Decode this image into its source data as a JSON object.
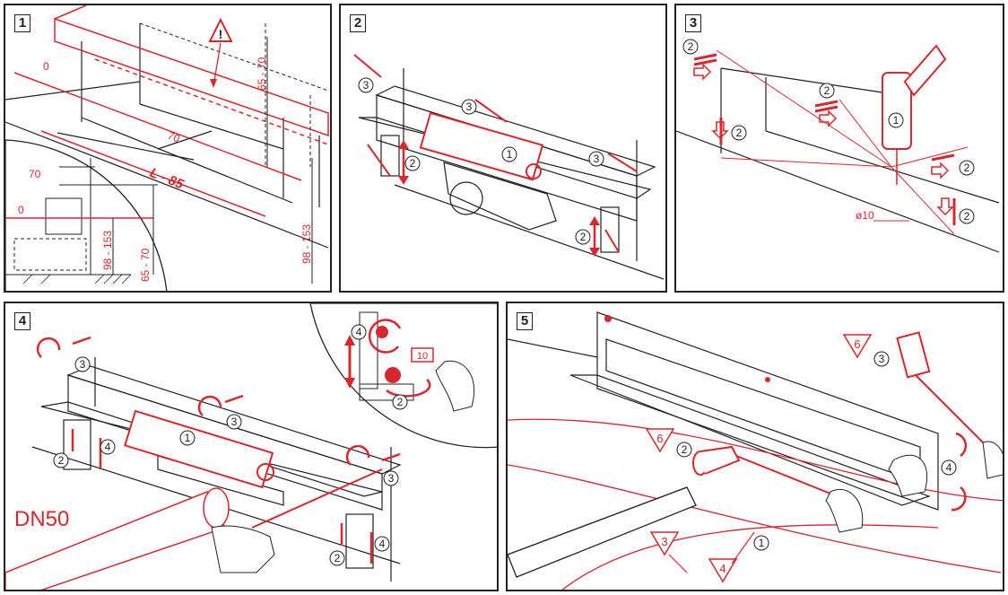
{
  "colors": {
    "accent": "#d9272e",
    "line": "#222222",
    "wall": "#f2f2f2"
  },
  "panels": [
    {
      "number": "1",
      "labels": {
        "zero_a": "0",
        "zero_b": "0",
        "height_range_a": "65 - 70",
        "height_range_b": "65 - 70",
        "offset": "70",
        "width": "70",
        "length": "L - 85",
        "depth_a": "98 - 153",
        "depth_b": "98 - 153",
        "warning_icon": "warning-triangle-icon"
      }
    },
    {
      "number": "2",
      "labels": {
        "step_1": "1",
        "step_2a": "2",
        "step_2b": "2",
        "step_3a": "3",
        "step_3b": "3",
        "step_3c": "3"
      }
    },
    {
      "number": "3",
      "labels": {
        "step_1": "1",
        "step_2a": "2",
        "step_2b": "2",
        "step_2c": "2",
        "step_2d": "2",
        "step_2e": "2",
        "diameter": "ø10"
      }
    },
    {
      "number": "4",
      "labels": {
        "step_1": "1",
        "step_2a": "2",
        "step_2b": "2",
        "step_2c": "2",
        "step_3a": "3",
        "step_3b": "3",
        "step_3c": "3",
        "step_4a": "4",
        "step_4b": "4",
        "step_4c": "4",
        "torque": "10",
        "pipe": "DN50"
      }
    },
    {
      "number": "5",
      "labels": {
        "step_1": "1",
        "step_2": "2",
        "step_3": "3",
        "step_4a": "4",
        "tri_6a": "6",
        "tri_6b": "6",
        "tri_3": "3",
        "tri_4": "4"
      }
    }
  ]
}
